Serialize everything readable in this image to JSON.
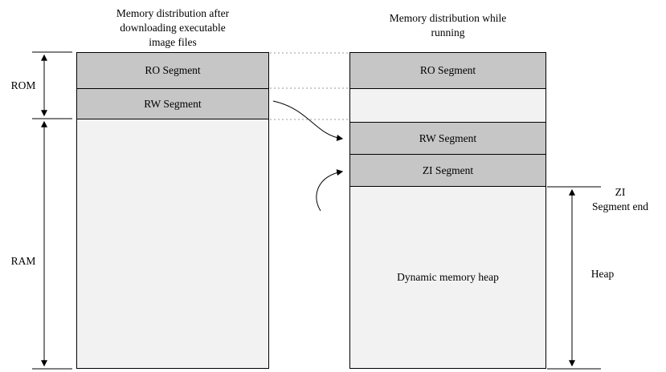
{
  "titles": {
    "left": "Memory distribution after\ndownloading executable\nimage files",
    "right": "Memory distribution while\nrunning"
  },
  "left_column": {
    "segments": [
      {
        "label": "RO Segment"
      },
      {
        "label": "RW Segment"
      },
      {
        "label": ""
      }
    ]
  },
  "right_column": {
    "segments": [
      {
        "label": "RO Segment"
      },
      {
        "label": ""
      },
      {
        "label": "RW Segment"
      },
      {
        "label": "ZI Segment"
      },
      {
        "label": "Dynamic memory heap"
      }
    ]
  },
  "side_labels": {
    "rom": "ROM",
    "ram": "RAM",
    "heap": "Heap",
    "zi_segment_end": "ZI\nSegment end"
  },
  "colors": {
    "segment_fill": "#c6c6c6",
    "light_fill": "#f2f2f2",
    "border": "#000000",
    "dotted_line": "#9a9a9a"
  }
}
